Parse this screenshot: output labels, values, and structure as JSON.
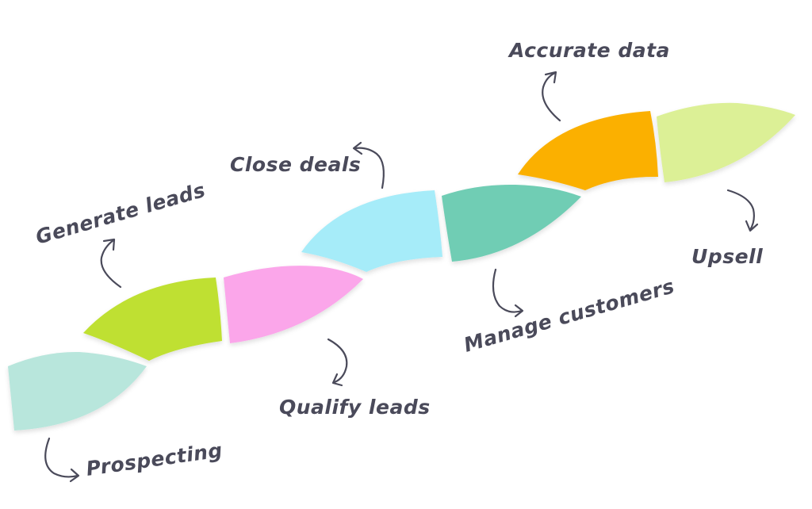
{
  "stages": [
    {
      "label": "Prospecting",
      "color": "#b8e6dc"
    },
    {
      "label": "Generate leads",
      "color": "#bfe033"
    },
    {
      "label": "Qualify leads",
      "color": "#fba6ea"
    },
    {
      "label": "Close deals",
      "color": "#a6ecf9"
    },
    {
      "label": "Manage customers",
      "color": "#6fcdb4"
    },
    {
      "label": "Accurate data",
      "color": "#fbb000"
    },
    {
      "label": "Upsell",
      "color": "#dcf096"
    }
  ]
}
